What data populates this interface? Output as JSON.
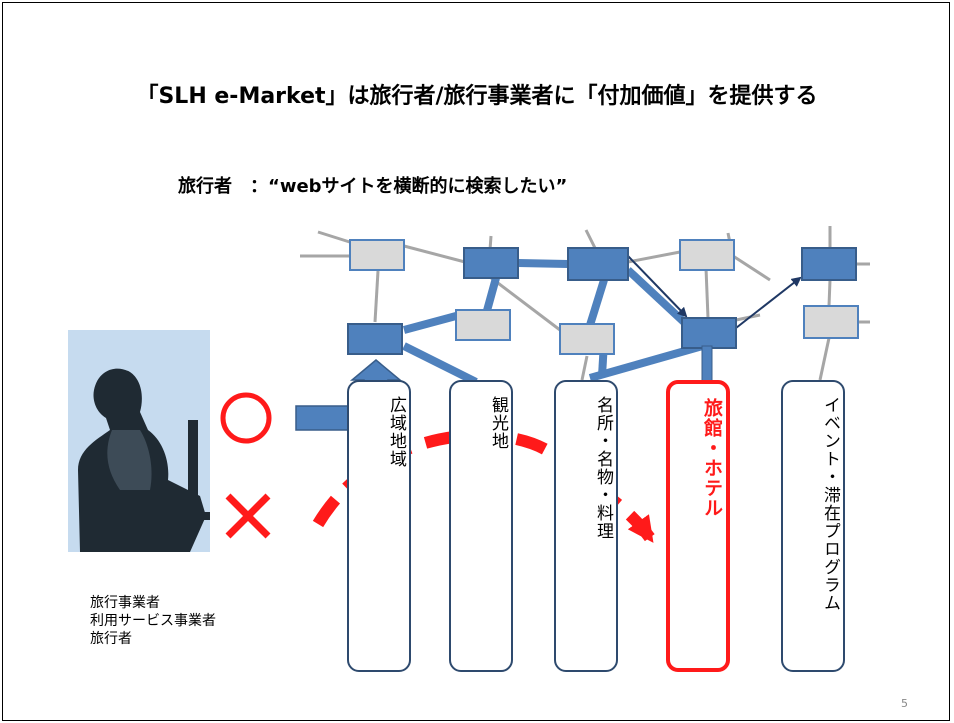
{
  "slide": {
    "title": "「SLH e-Market」は旅行者/旅行事業者に「付加価値」を提供する",
    "subtitle": "旅行者　：“webサイトを横断的に検索したい”",
    "columns": [
      {
        "label": "広域地域",
        "highlight": false
      },
      {
        "label": "観光地",
        "highlight": false
      },
      {
        "label": "名所・名物・料理",
        "highlight": false
      },
      {
        "label": "旅館・ホテル",
        "highlight": true
      },
      {
        "label": "イベント・滞在プログラム",
        "highlight": false
      }
    ],
    "caption": [
      "旅行事業者",
      "利用サービス事業者",
      "旅行者"
    ],
    "symbols": {
      "ok": "○",
      "ng": "×"
    },
    "page_number": "5"
  },
  "colors": {
    "node_dark": "#4f81bd",
    "node_light": "#d9d9d9",
    "edge": "#a6a6a6",
    "red": "#ff1a1a",
    "arrow_dark": "#1f3864"
  }
}
